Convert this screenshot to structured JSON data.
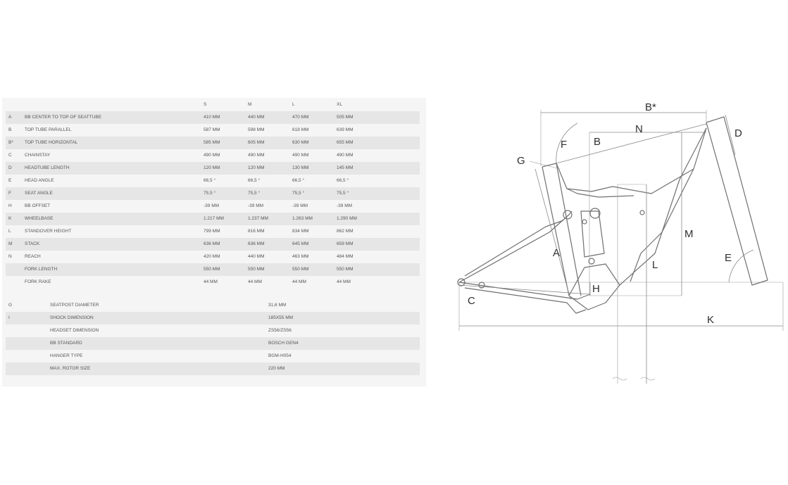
{
  "geometry_table": {
    "columns": [
      "S",
      "M",
      "L",
      "XL"
    ],
    "rows": [
      {
        "code": "A",
        "name": "BB CENTER TO TOP OF SEATTUBE",
        "values": [
          "410 MM",
          "440 MM",
          "470 MM",
          "505 MM"
        ]
      },
      {
        "code": "B",
        "name": "TOP TUBE PARALLEL",
        "values": [
          "587 MM",
          "598 MM",
          "618 MM",
          "639 MM"
        ]
      },
      {
        "code": "B*",
        "name": "TOP TUBE HORIZONTAL",
        "values": [
          "585 MM",
          "605 MM",
          "630 MM",
          "655 MM"
        ]
      },
      {
        "code": "C",
        "name": "CHAINSTAY",
        "values": [
          "490 MM",
          "490 MM",
          "490 MM",
          "490 MM"
        ]
      },
      {
        "code": "D",
        "name": "HEADTUBE LENGTH",
        "values": [
          "120 MM",
          "120 MM",
          "130 MM",
          "145 MM"
        ]
      },
      {
        "code": "E",
        "name": "HEAD ANGLE",
        "values": [
          "66,5 °",
          "66,5 °",
          "66,5 °",
          "66,5 °"
        ]
      },
      {
        "code": "F",
        "name": "SEAT ANGLE",
        "values": [
          "75,5 °",
          "75,5 °",
          "75,5 °",
          "75,5 °"
        ]
      },
      {
        "code": "H",
        "name": "BB OFFSET",
        "values": [
          "-39 MM",
          "-39 MM",
          "-39 MM",
          "-39 MM"
        ]
      },
      {
        "code": "K",
        "name": "WHEELBASE",
        "values": [
          "1.217 MM",
          "1.237 MM",
          "1.263 MM",
          "1.290 MM"
        ]
      },
      {
        "code": "L",
        "name": "STANDOVER HEIGHT",
        "values": [
          "799 MM",
          "816 MM",
          "834 MM",
          "862 MM"
        ]
      },
      {
        "code": "M",
        "name": "STACK",
        "values": [
          "636 MM",
          "636 MM",
          "645 MM",
          "659 MM"
        ]
      },
      {
        "code": "N",
        "name": "REACH",
        "values": [
          "420 MM",
          "440 MM",
          "463 MM",
          "484 MM"
        ]
      },
      {
        "code": "",
        "name": "FORK LENGTH",
        "values": [
          "550 MM",
          "550 MM",
          "550 MM",
          "550 MM"
        ]
      },
      {
        "code": "",
        "name": "FORK RAKE",
        "values": [
          "44 MM",
          "44 MM",
          "44 MM",
          "44 MM"
        ]
      }
    ]
  },
  "general_table": [
    {
      "code": "G",
      "name": "SEATPOST DIAMETER",
      "value": "31,6 MM"
    },
    {
      "code": "I",
      "name": "SHOCK DIMENSION",
      "value": "185X55 MM"
    },
    {
      "code": "",
      "name": "HEADSET DIMENSION",
      "value": "ZS56/ZS56"
    },
    {
      "code": "",
      "name": "BB STANDARD",
      "value": "BOSCH GEN4"
    },
    {
      "code": "",
      "name": "HANGER TYPE",
      "value": "BGM-H054"
    },
    {
      "code": "",
      "name": "MAX. ROTOR SIZE",
      "value": "220 MM"
    }
  ],
  "diagram": {
    "labels": {
      "A": "A",
      "B": "B",
      "B_star": "B*",
      "C": "C",
      "D": "D",
      "E": "E",
      "F": "F",
      "G": "G",
      "H": "H",
      "K": "K",
      "L": "L",
      "M": "M",
      "N": "N"
    }
  }
}
